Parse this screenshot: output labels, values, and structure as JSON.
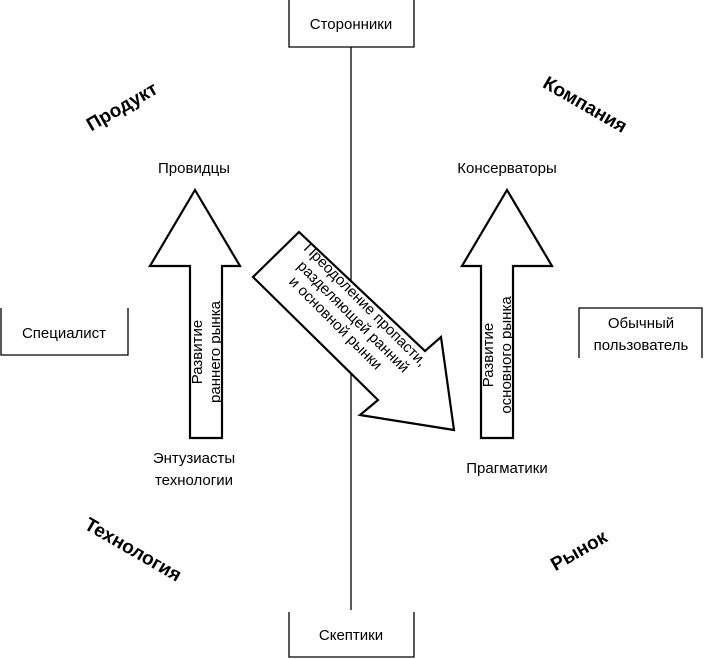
{
  "top_box": "Сторонники",
  "bottom_box": "Скептики",
  "left_box": "Специалист",
  "right_box": [
    "Обычный",
    "пользователь"
  ],
  "quadrants": {
    "top_left": "Продукт",
    "top_right": "Компания",
    "bottom_left": "Технология",
    "bottom_right": "Рынок"
  },
  "groups": {
    "visionaries": "Провидцы",
    "enthusiasts": [
      "Энтузиасты",
      "технологии"
    ],
    "conservatives": "Консерваторы",
    "pragmatists": "Прагматики"
  },
  "left_arrow": [
    "Развитие",
    "раннего рынка"
  ],
  "right_arrow": [
    "Развитие",
    "основного рынка"
  ],
  "chasm_arrow": [
    "Преодоление пропасти,",
    "разделяющей ранний",
    "и основной рынки"
  ]
}
